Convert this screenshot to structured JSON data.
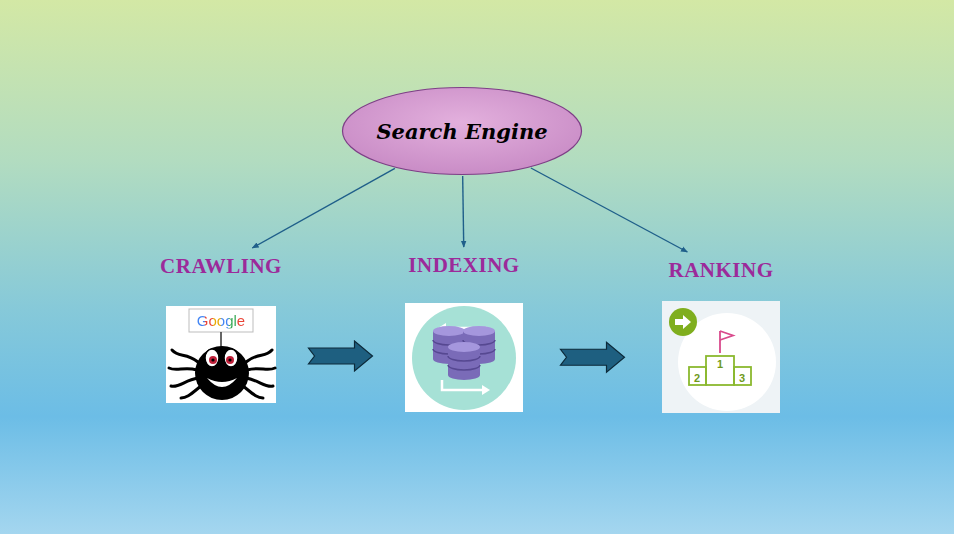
{
  "diagram": {
    "nodes": [
      {
        "text": [
          "Search Engine"
        ]
      },
      {
        "text": [
          "CRAWLING",
          "Google"
        ]
      },
      {
        "text": [
          "INDEXING"
        ]
      },
      {
        "text": [
          "RANKING",
          "1",
          "2",
          "3"
        ]
      }
    ],
    "edges": [
      {
        "from": 0,
        "to": 1,
        "arrow": "to"
      },
      {
        "from": 0,
        "to": 2,
        "arrow": "to"
      },
      {
        "from": 0,
        "to": 3,
        "arrow": "to"
      },
      {
        "from": 1,
        "to": 2,
        "arrow": "to"
      },
      {
        "from": 2,
        "to": 3,
        "arrow": "to"
      }
    ]
  }
}
